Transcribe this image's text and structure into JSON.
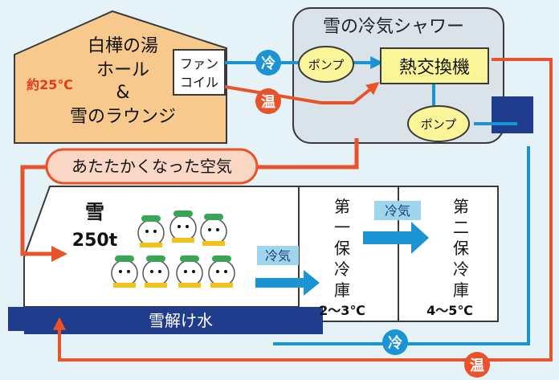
{
  "house": {
    "line1": "白樺の湯",
    "line2": "ホール",
    "line3": "&",
    "line4": "雪のラウンジ",
    "temperature": "約25℃",
    "fancoil_line1": "ファン",
    "fancoil_line2": "コイル"
  },
  "shower": {
    "title": "雪の冷気シャワー",
    "heat_exchanger": "熱交換機",
    "pump_top": "ポンプ",
    "pump_bottom": "ポンプ"
  },
  "badges": {
    "cold": "冷",
    "warm": "温"
  },
  "warm_air_label": "あたたかくなった空気",
  "snow": {
    "label": "雪",
    "amount": "250t",
    "meltwater": "雪解け水",
    "cold_air_label": "冷気"
  },
  "storage1": {
    "name": "第一保冷庫",
    "temp": "2〜3℃"
  },
  "storage2": {
    "name": "第二保冷庫",
    "temp": "4〜5℃"
  },
  "between_label": "冷気",
  "colors": {
    "background": "#e5f2f8",
    "house": "#f7c98d",
    "pipe_red": "#e8532a",
    "pipe_blue": "#1c93d2",
    "navy": "#1f3d8c",
    "pump": "#fbf59a",
    "temperature_text": "#e23a1a"
  }
}
